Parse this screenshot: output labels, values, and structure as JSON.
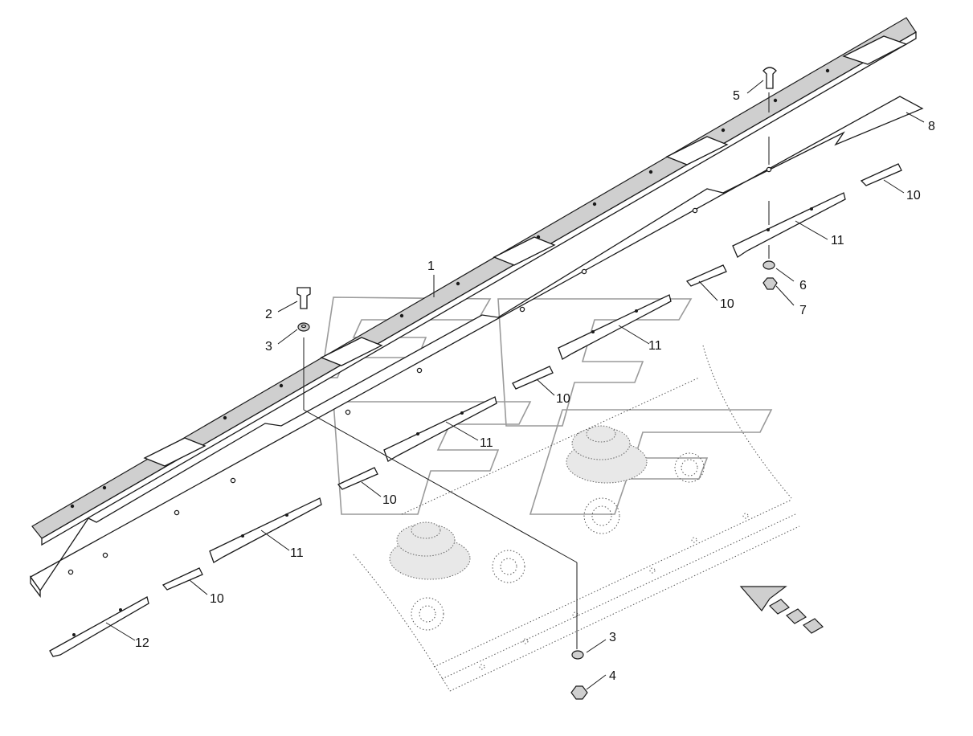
{
  "callouts": [
    {
      "id": "c1",
      "label": "1"
    },
    {
      "id": "c2",
      "label": "2"
    },
    {
      "id": "c3a",
      "label": "3"
    },
    {
      "id": "c3b",
      "label": "3"
    },
    {
      "id": "c4",
      "label": "4"
    },
    {
      "id": "c5",
      "label": "5"
    },
    {
      "id": "c6",
      "label": "6"
    },
    {
      "id": "c7",
      "label": "7"
    },
    {
      "id": "c8",
      "label": "8"
    },
    {
      "id": "c10a",
      "label": "10"
    },
    {
      "id": "c10b",
      "label": "10"
    },
    {
      "id": "c10c",
      "label": "10"
    },
    {
      "id": "c10d",
      "label": "10"
    },
    {
      "id": "c10e",
      "label": "10"
    },
    {
      "id": "c11a",
      "label": "11"
    },
    {
      "id": "c11b",
      "label": "11"
    },
    {
      "id": "c11c",
      "label": "11"
    },
    {
      "id": "c11d",
      "label": "11"
    },
    {
      "id": "c12",
      "label": "12"
    }
  ],
  "icons": {
    "direction_arrow": "direction-arrow-icon",
    "watermark": "watermark-logo"
  },
  "colors": {
    "line": "#1a1a1a",
    "fill_dark": "#cfcfcf",
    "watermark": "#9a9a9a"
  }
}
